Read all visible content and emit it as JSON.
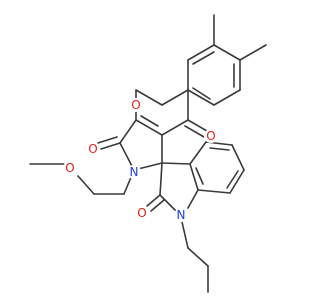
{
  "colors": {
    "bond": "#3a3a3a",
    "oxygen": "#e0201b",
    "nitrogen": "#1f3fe0",
    "background": "#ffffff"
  },
  "atoms": {
    "o_ring": "O",
    "o_ketone": "O",
    "o_lactam_left": "O",
    "o_lactam_indole": "O",
    "o_methoxy": "O",
    "n_pyrrole": "N",
    "n_indole": "N"
  }
}
